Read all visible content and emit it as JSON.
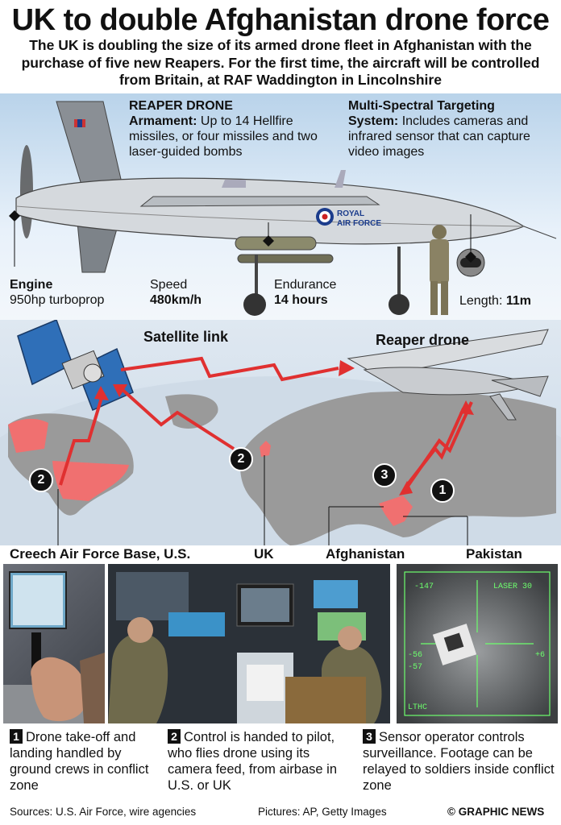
{
  "title": "UK to double Afghanistan drone force",
  "intro": "The UK is doubling the size of its armed drone fleet in Afghanistan with the purchase of five new Reapers. For the first time, the aircraft will be controlled from Britain, at RAF Waddington in Lincolnshire",
  "drone": {
    "name": "REAPER DRONE",
    "armament_label": "Armament:",
    "armament_text": "Up to 14 Hellfire missiles, or four missiles and two laser-guided bombs",
    "targeting_label": "Multi-Spectral Targeting System:",
    "targeting_text": "Includes cameras and infrared sensor that can capture video images",
    "roundel_text1": "ROYAL",
    "roundel_text2": "AIR FORCE",
    "engine_label": "Engine",
    "engine_value": "950hp turboprop",
    "speed_label": "Speed",
    "speed_value": "480km/h",
    "endurance_label": "Endurance",
    "endurance_value": "14 hours",
    "length_label": "Length:",
    "length_value": "11m"
  },
  "map": {
    "satellite_label": "Satellite link",
    "reaper_label": "Reaper drone",
    "badges": [
      "1",
      "2",
      "2",
      "3"
    ],
    "locations": [
      "Creech Air Force Base, U.S.",
      "UK",
      "Afghanistan",
      "Pakistan"
    ]
  },
  "hud": {
    "top_left": "-147",
    "rate": "LASER 30",
    "side1": "-56",
    "side2": "-57",
    "bottom": "LTHC",
    "right": "+6"
  },
  "captions": [
    {
      "num": "1",
      "text": "Drone take-off and landing handled by ground crews in conflict zone"
    },
    {
      "num": "2",
      "text": "Control is handed to pilot, who flies drone using its camera feed, from airbase in U.S. or UK"
    },
    {
      "num": "3",
      "text": "Sensor operator controls surveillance. Footage can be relayed to soldiers inside conflict zone"
    }
  ],
  "footer": {
    "sources": "Sources: U.S. Air Force, wire agencies",
    "pictures": "Pictures: AP, Getty Images",
    "credit": "© GRAPHIC NEWS"
  },
  "colors": {
    "accent_red": "#e03030",
    "land": "#9a9a9a",
    "highlight": "#f07070"
  }
}
